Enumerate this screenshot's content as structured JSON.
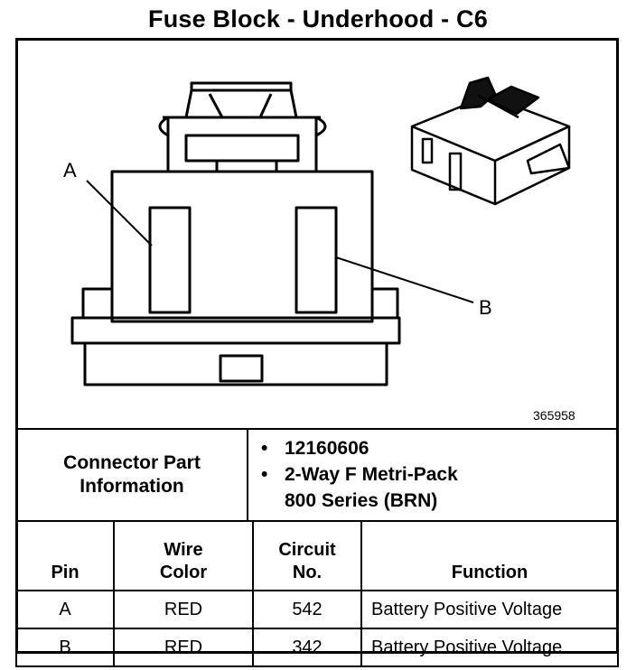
{
  "title": "Fuse Block - Underhood - C6",
  "figure_number": "365958",
  "callouts": {
    "a": "A",
    "b": "B"
  },
  "connector_info": {
    "label_line1": "Connector Part",
    "label_line2": "Information",
    "bullet": "•",
    "items": [
      "12160606",
      "2-Way F Metri-Pack",
      "800 Series (BRN)"
    ]
  },
  "pin_table": {
    "headers": {
      "pin": "Pin",
      "wire_color_line1": "Wire",
      "wire_color_line2": "Color",
      "circuit_line1": "Circuit",
      "circuit_line2": "No.",
      "function": "Function"
    },
    "rows": [
      {
        "pin": "A",
        "wire_color": "RED",
        "circuit": "542",
        "function": "Battery Positive Voltage"
      },
      {
        "pin": "B",
        "wire_color": "RED",
        "circuit": "342",
        "function": "Battery Positive Voltage"
      }
    ]
  }
}
